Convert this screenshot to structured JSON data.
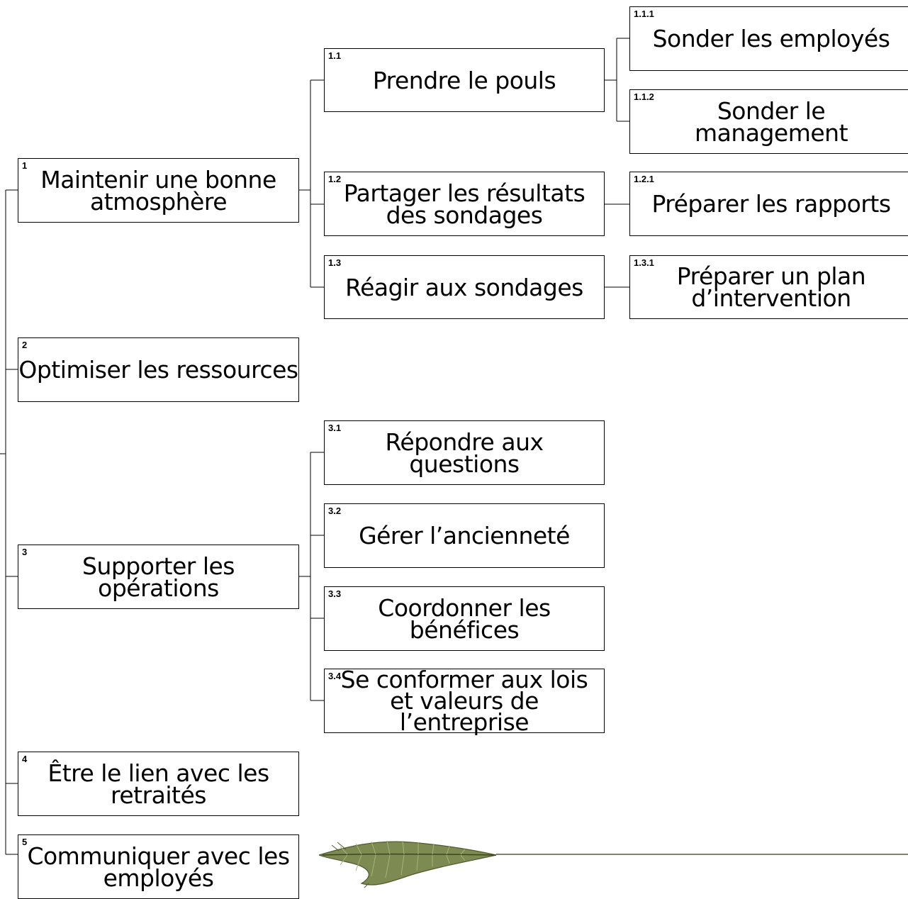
{
  "nodes": {
    "n1": {
      "num": "1",
      "label": "Maintenir une bonne atmosphère"
    },
    "n11": {
      "num": "1.1",
      "label": "Prendre le pouls"
    },
    "n111": {
      "num": "1.1.1",
      "label": "Sonder les employés"
    },
    "n112": {
      "num": "1.1.2",
      "label": "Sonder le management"
    },
    "n12": {
      "num": "1.2",
      "label": "Partager les résultats des sondages"
    },
    "n121": {
      "num": "1.2.1",
      "label": "Préparer les rapports"
    },
    "n13": {
      "num": "1.3",
      "label": "Réagir aux sondages"
    },
    "n131": {
      "num": "1.3.1",
      "label": "Préparer un plan d’intervention"
    },
    "n2": {
      "num": "2",
      "label": "Optimiser les ressources"
    },
    "n3": {
      "num": "3",
      "label": "Supporter les opérations"
    },
    "n31": {
      "num": "3.1",
      "label": "Répondre aux questions"
    },
    "n32": {
      "num": "3.2",
      "label": "Gérer l’ancienneté"
    },
    "n33": {
      "num": "3.3",
      "label": "Coordonner les bénéfices"
    },
    "n34": {
      "num": "3.4",
      "label": "Se conformer aux lois et valeurs de l’entreprise"
    },
    "n4": {
      "num": "4",
      "label": "Être le lien avec les retraités"
    },
    "n5": {
      "num": "5",
      "label": "Communiquer avec les employés"
    }
  },
  "decoration": {
    "feather_icon": "feather-icon",
    "feather_color": "#7d8a52"
  }
}
